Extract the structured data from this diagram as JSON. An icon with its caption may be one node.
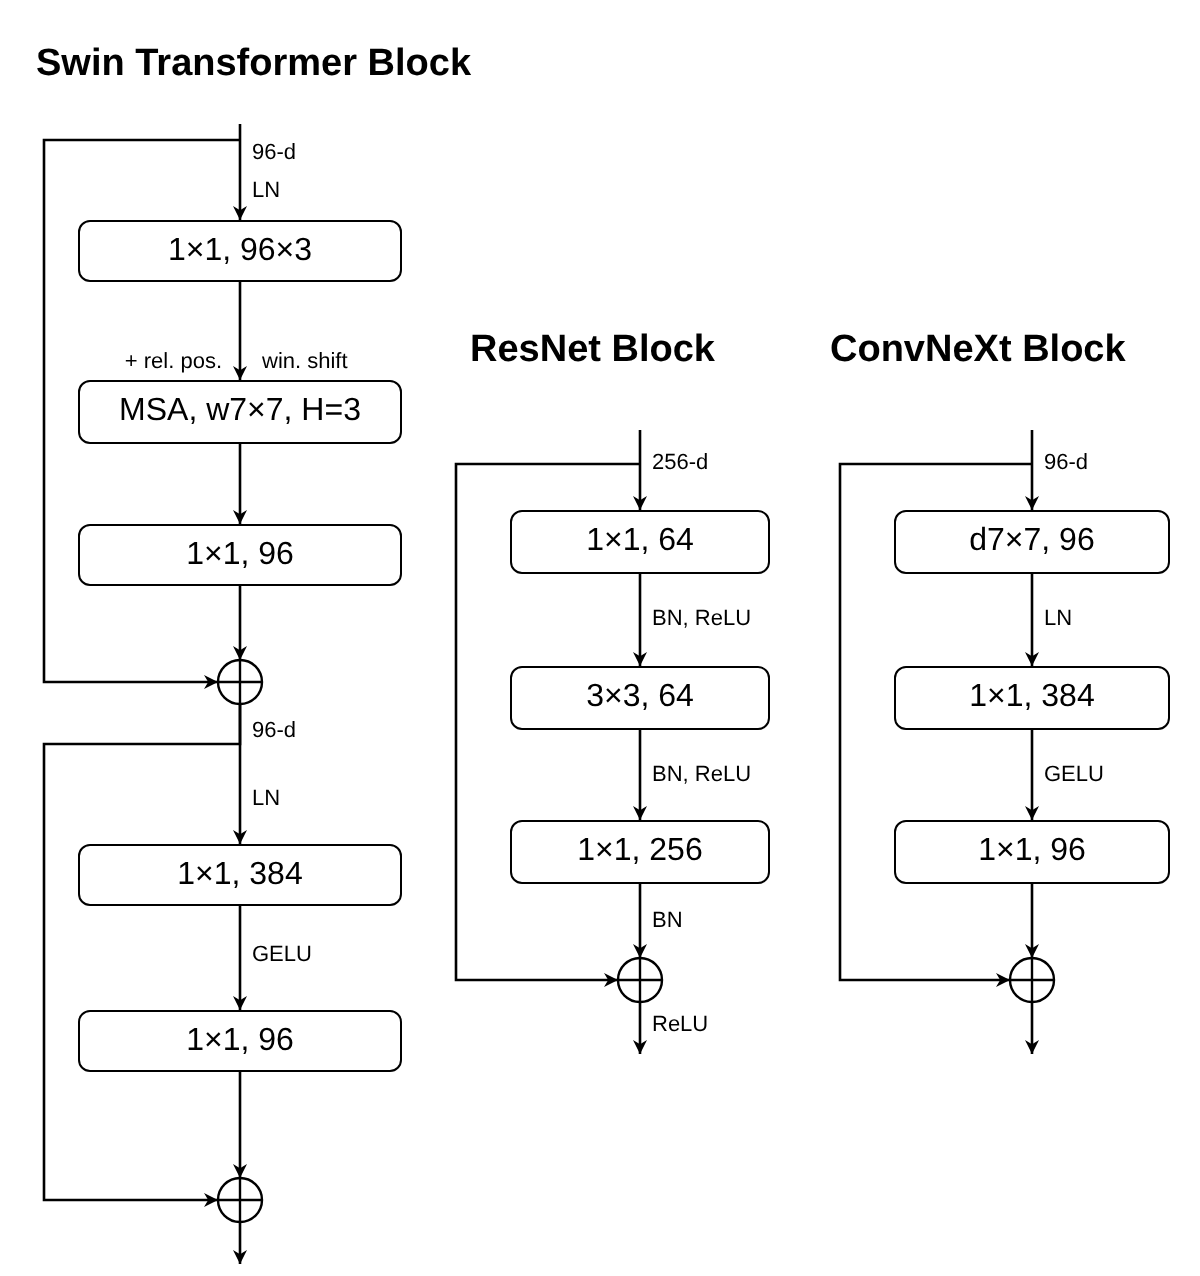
{
  "diagram": {
    "nodes": [
      {
        "text": [
          "1×1, 96×3"
        ]
      },
      {
        "text": [
          "MSA, w7×7, H=3"
        ],
        "beside": [
          "+ rel. pos.",
          "win. shift"
        ]
      },
      {
        "text": [
          "1×1, 96"
        ]
      },
      {
        "text": [],
        "shape": "circle"
      },
      {
        "text": [
          "1×1, 384"
        ]
      },
      {
        "text": [
          "1×1, 96"
        ]
      },
      {
        "text": [],
        "shape": "circle"
      },
      {
        "text": [
          "1×1, 64"
        ]
      },
      {
        "text": [
          "3×3, 64"
        ]
      },
      {
        "text": [
          "1×1, 256"
        ]
      },
      {
        "text": [],
        "shape": "circle"
      },
      {
        "text": [
          "d7×7, 96"
        ]
      },
      {
        "text": [
          "1×1, 384"
        ]
      },
      {
        "text": [
          "1×1, 96"
        ]
      },
      {
        "text": [],
        "shape": "circle"
      }
    ],
    "edges": [
      {
        "from": null,
        "to": 0,
        "arrow": "to",
        "label": "LN"
      },
      {
        "from": null,
        "to": 3,
        "arrow": "to",
        "label": "96-d"
      },
      {
        "from": 0,
        "to": 1,
        "arrow": "to"
      },
      {
        "from": 1,
        "to": 2,
        "arrow": "to"
      },
      {
        "from": 2,
        "to": 3,
        "arrow": "to"
      },
      {
        "from": 3,
        "to": 4,
        "arrow": "to",
        "label": "LN"
      },
      {
        "from": 3,
        "to": 6,
        "arrow": "to",
        "label": "96-d"
      },
      {
        "from": 4,
        "to": 5,
        "arrow": "to",
        "label": "GELU"
      },
      {
        "from": 5,
        "to": 6,
        "arrow": "to"
      },
      {
        "from": 6,
        "to": null,
        "arrow": "to"
      },
      {
        "from": null,
        "to": 7,
        "arrow": "to"
      },
      {
        "from": null,
        "to": 10,
        "arrow": "to",
        "label": "256-d"
      },
      {
        "from": 7,
        "to": 8,
        "arrow": "to",
        "label": "BN, ReLU"
      },
      {
        "from": 8,
        "to": 9,
        "arrow": "to",
        "label": "BN, ReLU"
      },
      {
        "from": 9,
        "to": 10,
        "arrow": "to",
        "label": "BN"
      },
      {
        "from": 10,
        "to": null,
        "arrow": "to",
        "label": "ReLU"
      },
      {
        "from": null,
        "to": 11,
        "arrow": "to"
      },
      {
        "from": null,
        "to": 14,
        "arrow": "to",
        "label": "96-d"
      },
      {
        "from": 11,
        "to": 12,
        "arrow": "to",
        "label": "LN"
      },
      {
        "from": 12,
        "to": 13,
        "arrow": "to",
        "label": "GELU"
      },
      {
        "from": 13,
        "to": 14,
        "arrow": "to"
      },
      {
        "from": 14,
        "to": null,
        "arrow": "to"
      }
    ],
    "labels": [
      "Swin Transformer Block",
      "ResNet Block",
      "ConvNeXt Block"
    ]
  }
}
